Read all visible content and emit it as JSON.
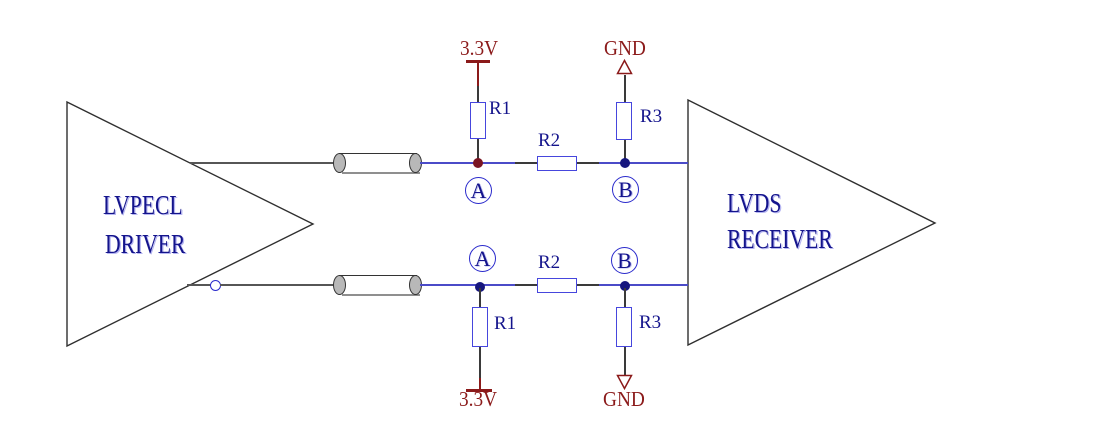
{
  "diagram": {
    "driver": {
      "line1": "LVPECL",
      "line2": "DRIVER"
    },
    "receiver": {
      "line1": "LVDS",
      "line2": "RECEIVER"
    },
    "nodes": {
      "a": "A",
      "b": "B"
    },
    "power": {
      "supply": "3.3V",
      "ground": "GND"
    },
    "resistors": {
      "r1": "R1",
      "r2": "R2",
      "r3": "R3"
    },
    "colors": {
      "label_navy": "#14148c",
      "node_blue": "#2b2bcc",
      "component_blue": "#4646dd",
      "wire_blue": "#4b4bc8",
      "wire_black": "#3a3a3a",
      "wire_gray": "#565656",
      "power_maroon": "#8b1a1a",
      "junction_maroon": "#7a1523",
      "junction_navy": "#16167e",
      "cylinder_gray": "#b8b8b8",
      "shadow_gray": "#8f8f8f",
      "outline_black": "#2f2f2f"
    }
  }
}
